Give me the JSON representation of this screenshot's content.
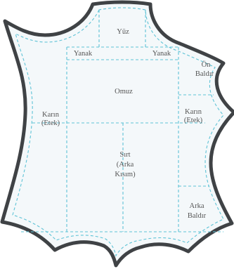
{
  "regions": {
    "face": "Yüz",
    "cheek_left": "Yanak",
    "cheek_right": "Yanak",
    "shoulder": "Omuz",
    "front_leg_line1": "Ön",
    "front_leg_line2": "Baldır",
    "belly_left_line1": "Karın",
    "belly_left_line2": "(Etek)",
    "belly_right_line1": "Karın",
    "belly_right_line2": "(Etek)",
    "back_line1": "Sırt",
    "back_line2": "(Arka",
    "back_line3": "Kısım)",
    "hind_leg_line1": "Arka",
    "hind_leg_line2": "Baldır"
  },
  "colors": {
    "outline": "#3f4245",
    "cut_line": "#5ec3d6",
    "hide_fill": "#f4f8fa",
    "label_text": "#555555"
  }
}
